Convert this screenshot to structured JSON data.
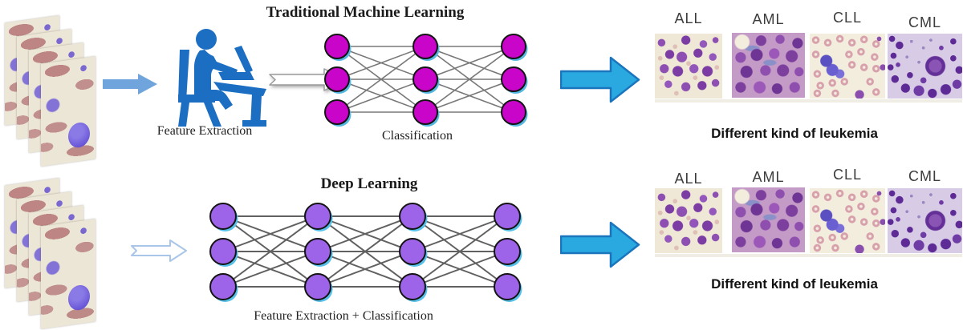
{
  "panels": {
    "traditional": {
      "title": "Traditional Machine Learning",
      "step1_label": "Feature Extraction",
      "step2_label": "Classification",
      "result_caption": "Different kind of leukemia"
    },
    "deep": {
      "title": "Deep Learning",
      "step_label": "Feature Extraction + Classification",
      "result_caption": "Different kind of leukemia"
    }
  },
  "leukemia_types": [
    "ALL",
    "AML",
    "CLL",
    "CML"
  ],
  "icons": {
    "input_stack": "blood-smear-image-stack",
    "person": "person-at-computer-icon",
    "solid_arrow": "right-arrow-icon",
    "white_arrow": "right-arrow-3d-outline-icon",
    "outline_arrow": "right-arrow-outline-icon",
    "big_arrow": "big-right-arrow-icon"
  },
  "colors": {
    "traditional_node": "#C805C8",
    "deep_node": "#9D63E8",
    "node_outline": "#141414",
    "node_shadow": "#55B8E0",
    "connection_line_traditional": "#787878",
    "connection_line_deep": "#606060",
    "person_icon_blue": "#1B6EC2",
    "small_arrow_blue": "#6FA4DC",
    "big_arrow_fill": "#29A9E0",
    "big_arrow_border": "#1B75BC",
    "outline_arrow_stroke": "#A9C6E8",
    "white_arrow_stroke": "#9A9A9A",
    "text_black": "#1A1A1A"
  },
  "networks": [
    {
      "name": "traditional-ml-network",
      "columns": [
        420,
        530,
        640
      ],
      "rows": [
        58,
        99,
        140
      ],
      "radius": 15,
      "node_color": "#C805C8",
      "node_stroke": "#141414",
      "line_color": "#787878",
      "line_width": 1.6,
      "shadow_color": "#55B8E0"
    },
    {
      "name": "deep-learning-network",
      "columns": [
        278,
        396,
        514,
        632
      ],
      "rows": [
        270,
        314,
        358
      ],
      "radius": 16,
      "node_color": "#9D63E8",
      "node_stroke": "#141414",
      "line_color": "#606060",
      "line_width": 2,
      "shadow_color": "#55C0E8"
    }
  ]
}
